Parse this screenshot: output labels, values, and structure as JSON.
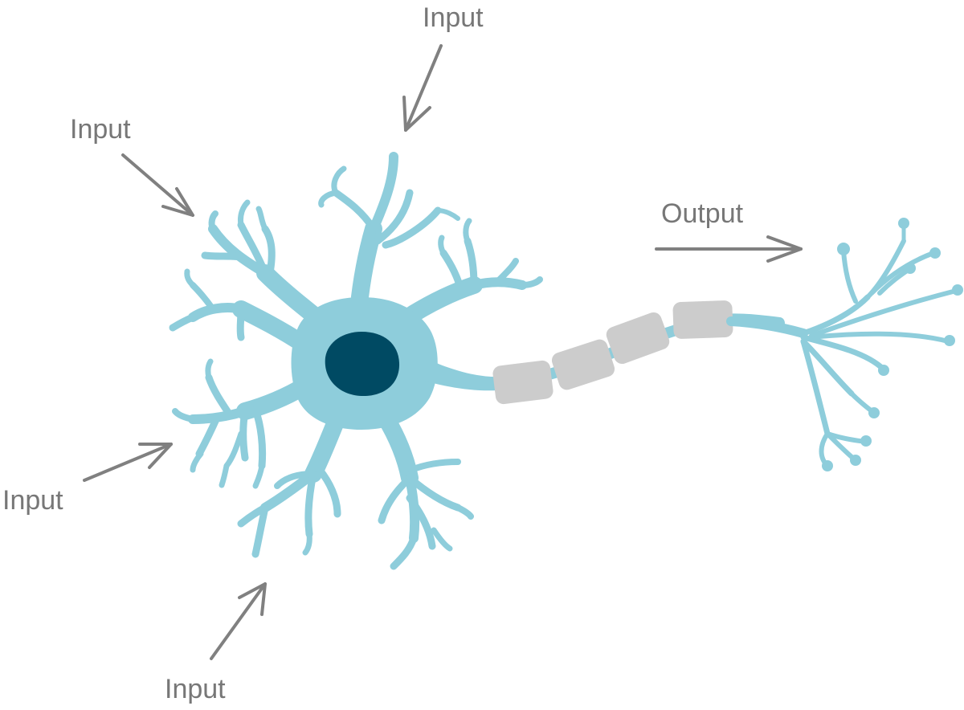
{
  "labels": {
    "input_top": "Input",
    "input_upper_left": "Input",
    "input_left": "Input",
    "input_bottom": "Input",
    "output": "Output"
  },
  "colors": {
    "neuron_body": "#8ecddb",
    "nucleus": "#004a63",
    "myelin": "#cccccc",
    "arrow": "#808080",
    "label_text": "#777777",
    "background": "#ffffff"
  }
}
